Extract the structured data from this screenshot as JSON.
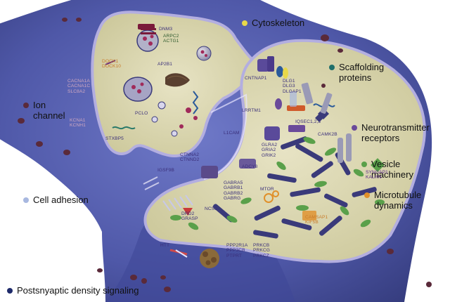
{
  "legend": {
    "cytoskeleton": {
      "label": "Cytoskeleton",
      "color": "#e8d84a"
    },
    "scaffolding": {
      "label": "Scaffolding\nproteins",
      "color": "#1f6f6a"
    },
    "ion_channel": {
      "label": "Ion\nchannel",
      "color": "#5a2a3a"
    },
    "neurotransmitter": {
      "label": "Neurotransmitter\nreceptors",
      "color": "#6a4a9a"
    },
    "vesicle": {
      "label": "Vesicle\nmachinery",
      "color": "#5aa04a"
    },
    "microtubule": {
      "label": "Microtubule\ndynamics",
      "color": "#e0902a"
    },
    "cell_adhesion": {
      "label": "Cell adhesion",
      "color": "#a8b8e0"
    },
    "psd_signaling": {
      "label": "Postsnyaptic density signaling",
      "color": "#1e2a6a"
    }
  },
  "genes": {
    "dnm3": "DNM3",
    "arpc2_actg1": "ARPC2\nACTG1",
    "dock": "DOCK1\nDOCK10",
    "ap2b1": "AP2B1",
    "cacna": "CACNA1A\nCACNA1C\nSLC8A2",
    "kcna": "KCNA1\nKCNH1",
    "pclo": "PCLO",
    "stxbp5": "STXBP5",
    "cntnap1": "CNTNAP1",
    "dlg": "DLG1\nDLG3\nDLGAP1",
    "lrrtm1": "LRRTM1",
    "iqsec": "IQSEC1,2,3",
    "camk2b": "CAMK2B",
    "l1cam": "L1CAM",
    "ctnna": "CTNNA2\nCTNND2",
    "igsf9b": "IGSF9B",
    "glra": "GLRA2\nGRIA2\nGRIK2",
    "adcy8": "ADCY8",
    "syngap": "SYNGAP1\nKALRN",
    "gabr": "GABRA5\nGABRB1\nGABRB2\nGABRG",
    "mtor": "MTOR",
    "drd2": "DRD2\nGRASP",
    "ncs1": "NCS1",
    "kif": "CAMSAP1\nKIF5B",
    "htt": "HTT",
    "ppp": "PPP2R1A\nPPP3CB\nPTPRT",
    "prkc": "PRKCB\nPRKCG\nPRKCZ"
  }
}
